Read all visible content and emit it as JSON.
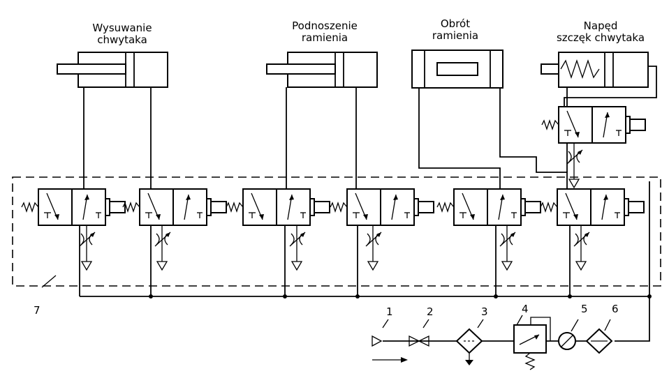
{
  "cylinders": [
    {
      "label_line1": "Wysuwanie",
      "label_line2": "chwytaka"
    },
    {
      "label_line1": "Podnoszenie",
      "label_line2": "ramienia"
    },
    {
      "label_line1": "Obrót",
      "label_line2": "ramienia"
    },
    {
      "label_line1": "Napęd",
      "label_line2": "szczęk chwytaka"
    }
  ],
  "group_number": "7",
  "supply_numbers": [
    "1",
    "2",
    "3",
    "4",
    "5",
    "6"
  ]
}
